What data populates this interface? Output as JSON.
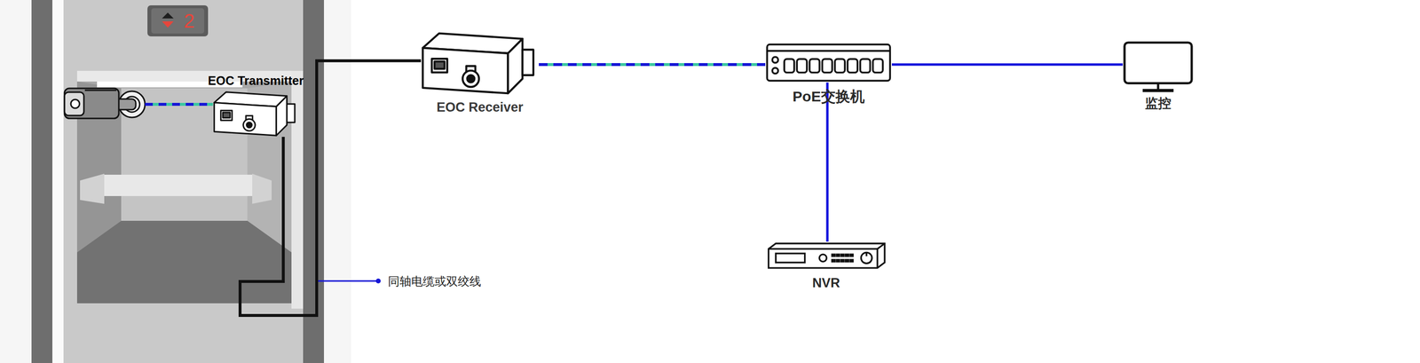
{
  "diagram": {
    "nodes": [
      {
        "text": [
          "EOC Transmitter"
        ]
      },
      {
        "text": [
          "EOC Receiver"
        ]
      },
      {
        "text": [
          "PoE交换机"
        ]
      },
      {
        "text": [
          "监控"
        ]
      },
      {
        "text": [
          "NVR"
        ]
      }
    ],
    "edges": [
      {
        "from": 0,
        "to": 1,
        "arrow": "none"
      },
      {
        "from": 1,
        "to": 2,
        "arrow": "none"
      },
      {
        "from": 2,
        "to": 3,
        "arrow": "none"
      },
      {
        "from": 2,
        "to": 4,
        "arrow": "none"
      }
    ],
    "labels": [
      "2",
      "同轴电缆或双绞线"
    ]
  }
}
